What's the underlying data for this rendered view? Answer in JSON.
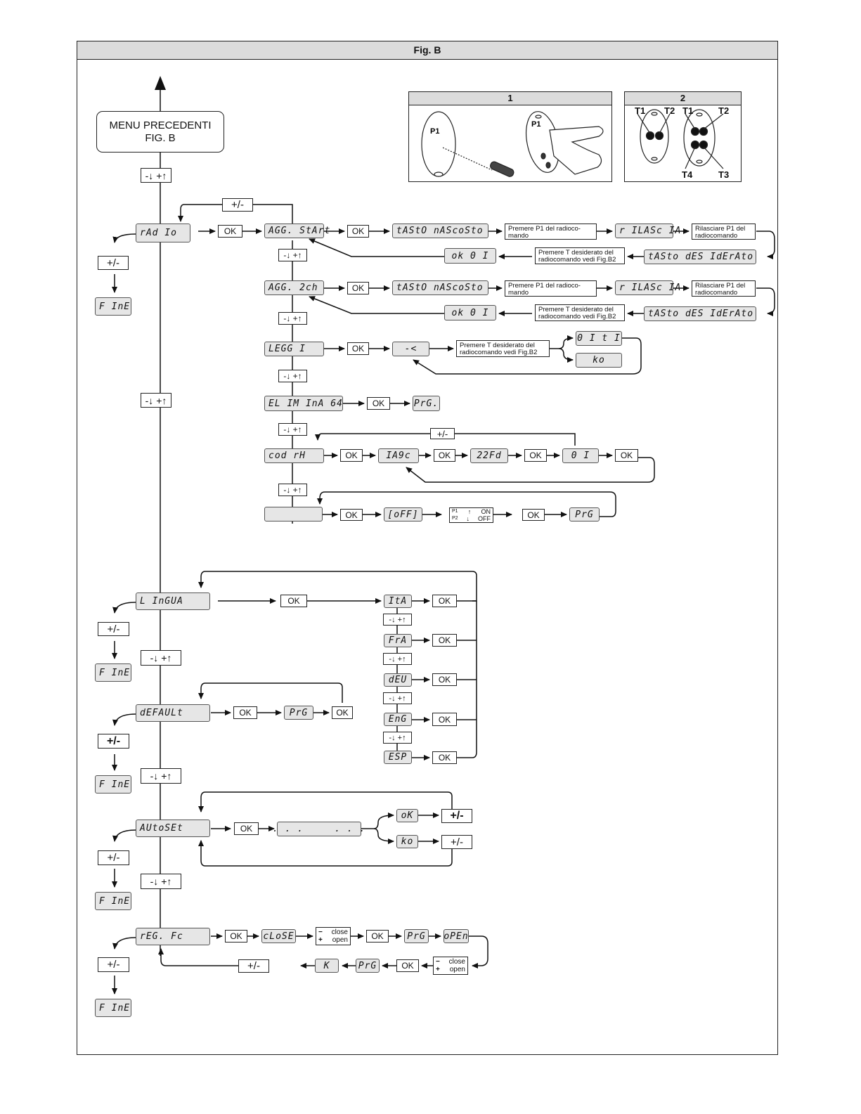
{
  "figure_title": "Fig. B",
  "menu_box": [
    "MENU PRECEDENTI",
    "FIG. B"
  ],
  "labels": {
    "ok": "OK",
    "plusminus": "+/-",
    "fine": "F InE",
    "nav_minus": "-",
    "nav_down": "↓",
    "nav_plus": "+",
    "nav_up": "↑"
  },
  "inset1": {
    "title": "1",
    "p1": "P1"
  },
  "inset2": {
    "title": "2",
    "t1": "T1",
    "t2": "T2",
    "t3": "T3",
    "t4": "T4"
  },
  "radio": {
    "menu": "rAd Io",
    "agg_start": "AGG. StArt",
    "agg_2ch": "AGG. 2ch",
    "tasto_nascosto": "tAStO nAScoSto",
    "rilascia": "r ILASc IA",
    "tasto_desiderato": "tASto dES IdErAto",
    "ok01": "ok  0 I",
    "note_premere_p1": "Premere P1 del radioco- mando",
    "note_rilasciare": "Rilasciare P1 del radiocomando",
    "note_premere_t": "Premere T desiderato del radiocomando vedi Fig.B2",
    "leggi": "LEGG I",
    "leggi_display": "-<",
    "out_01t1": "0 I t I",
    "out_ko": "ko",
    "elimina": "EL IM InA 64",
    "prg": "PrG.",
    "cod_rx": "cod rH",
    "code1": "IA9c",
    "code2": "22Fd",
    "code3": "0 I",
    "off": "[oFF]",
    "p1_label": "P1",
    "p1_arrow": "↑",
    "on_label": "ON",
    "p2_label": "P2",
    "p2_arrow": "↓",
    "off_label": "OFF",
    "prg2": "PrG"
  },
  "lingua": {
    "menu": "L InGUA",
    "options": [
      "ItA",
      "FrA",
      "dEU",
      "EnG",
      "ESP"
    ]
  },
  "default": {
    "menu": "dEFAULt",
    "prg": "PrG"
  },
  "autoset": {
    "menu": "AUtoSEt",
    "running": ". . .     . . .",
    "ok": "oK",
    "ko": "ko"
  },
  "regfc": {
    "menu": "rEG. Fc",
    "close": "cLoSE",
    "dual_minus": "−",
    "dual_close": "close",
    "dual_plus": "+",
    "dual_open": "open",
    "prg": "PrG",
    "open": "oPEn",
    "k": "K"
  }
}
